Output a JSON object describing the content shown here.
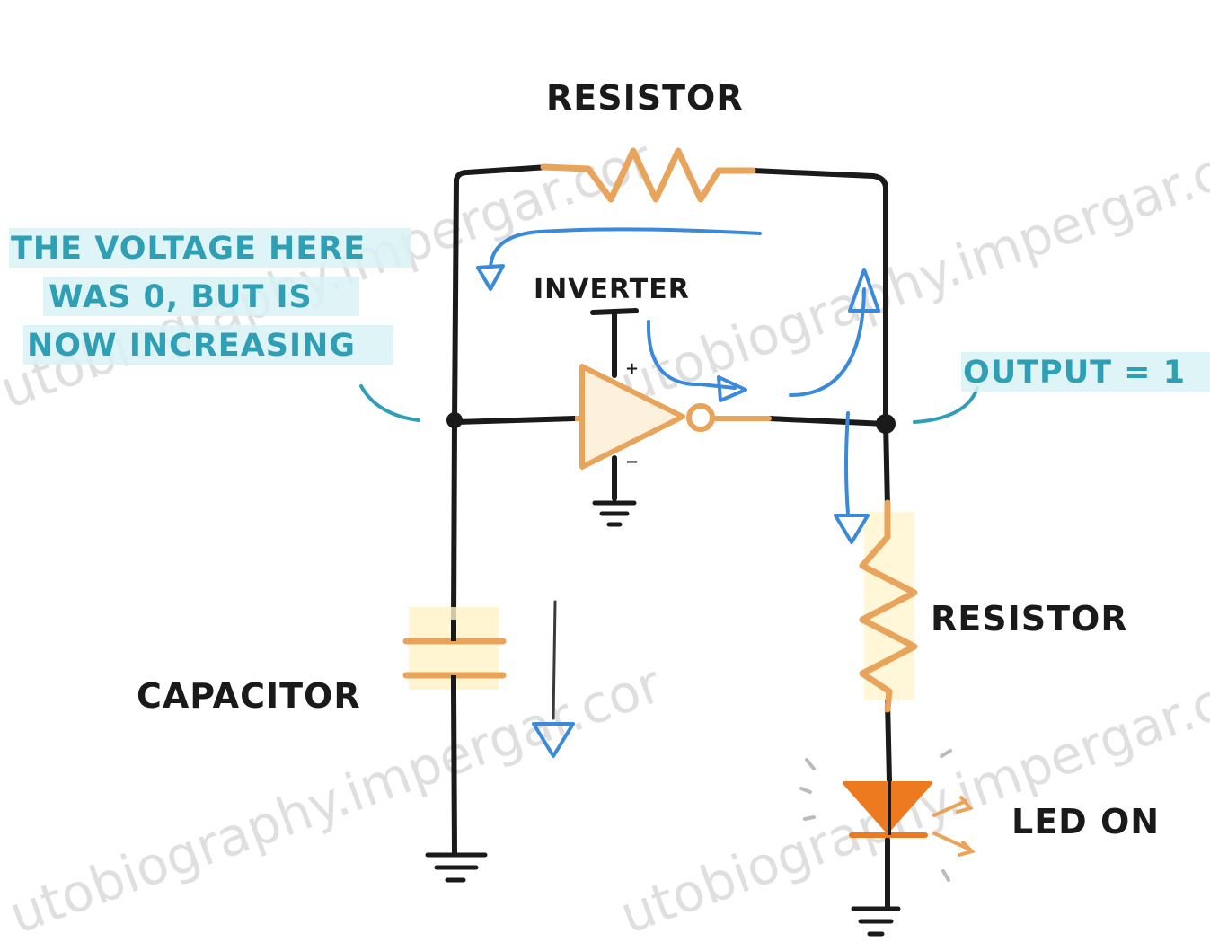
{
  "labels": {
    "resistor_top": "RESISTOR",
    "inverter": "INVERTER",
    "note_line1": "THE VOLTAGE HERE",
    "note_line2": "WAS 0, BUT IS",
    "note_line3": "NOW INCREASING",
    "output": "OUTPUT = 1",
    "resistor_right": "RESISTOR",
    "capacitor": "CAPACITOR",
    "led": "LED ON",
    "plus": "+",
    "minus": "−"
  },
  "watermark": {
    "top_right": "utobiography.impergar.co",
    "top_left": "utobiography.impergar.cor",
    "bottom_left": "utobiography.impergar.cor",
    "bottom_right": "utobiography.impergar.co"
  },
  "colors": {
    "wire": "#1a1a1a",
    "component": "#e9a45c",
    "component_fill": "#fbe7c8",
    "annotation": "#2f9fb5",
    "annotation_highlight": "#d9f2f6",
    "current_arrow": "#3b8ad9",
    "led": "#ee7a1f"
  }
}
